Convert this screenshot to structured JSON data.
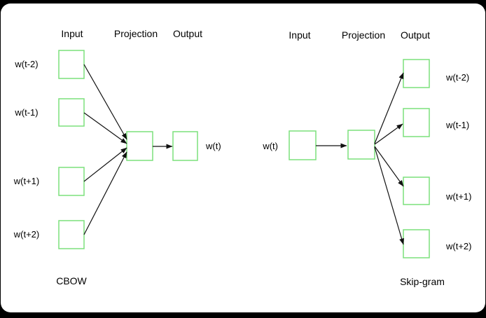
{
  "cbow": {
    "title": "CBOW",
    "headers": [
      "Input",
      "Projection",
      "Output"
    ],
    "inputs": [
      "w(t-2)",
      "w(t-1)",
      "w(t+1)",
      "w(t+2)"
    ],
    "output": "w(t)"
  },
  "skipgram": {
    "title": "Skip-gram",
    "headers": [
      "Input",
      "Projection",
      "Output"
    ],
    "input": "w(t)",
    "outputs": [
      "w(t-2)",
      "w(t-1)",
      "w(t+1)",
      "w(t+2)"
    ]
  },
  "colors": {
    "box_border": "#7ce07c",
    "line": "#111111",
    "text": "#000000",
    "panel_background": "#ffffff",
    "frame_background": "#000000"
  }
}
